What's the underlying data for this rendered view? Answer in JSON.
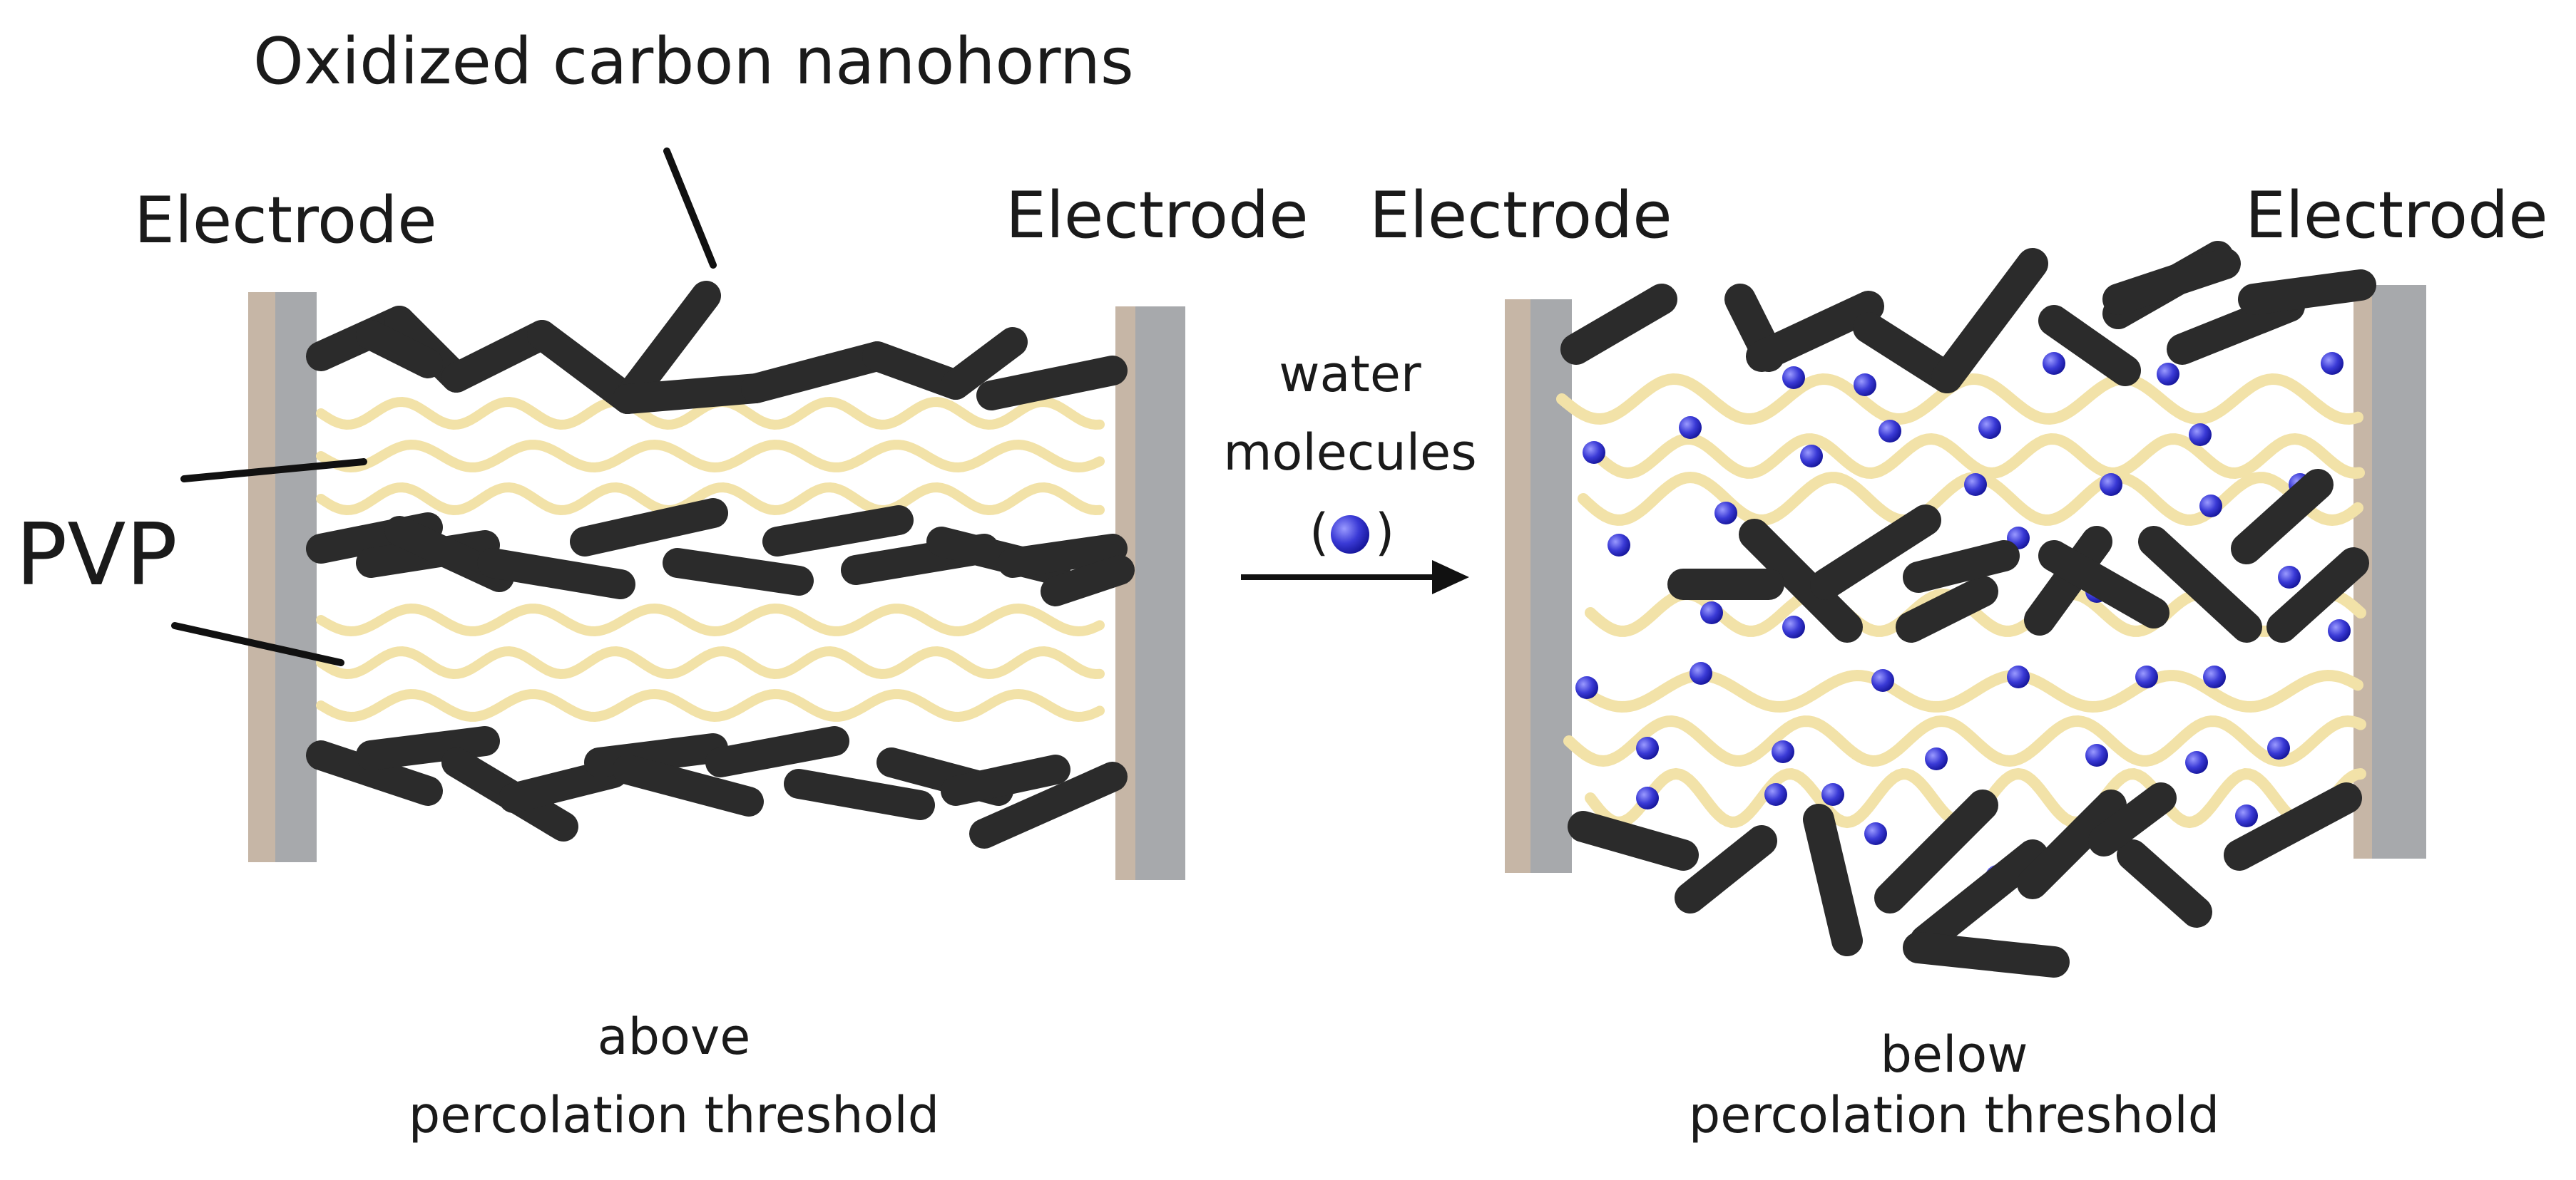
{
  "title_label": "Oxidized carbon nanohorns",
  "left_panel": {
    "electrode_left": "Electrode",
    "electrode_right": "Electrode",
    "caption_line1": "above",
    "caption_line2": "percolation threshold"
  },
  "right_panel": {
    "electrode_left": "Electrode",
    "electrode_right": "Electrode",
    "caption_line1": "below",
    "caption_line2": "percolation threshold"
  },
  "pvp_label": "PVP",
  "water": {
    "line1": "water",
    "line2": "molecules",
    "paren_open": "(",
    "paren_close": ")"
  },
  "colors": {
    "nanohorn": "#2b2b2b",
    "polymer": "#f2e2a8",
    "electrode_gray": "#a7a9ac",
    "electrode_tan": "#c6b6a6",
    "water": "#3a3ad6"
  }
}
